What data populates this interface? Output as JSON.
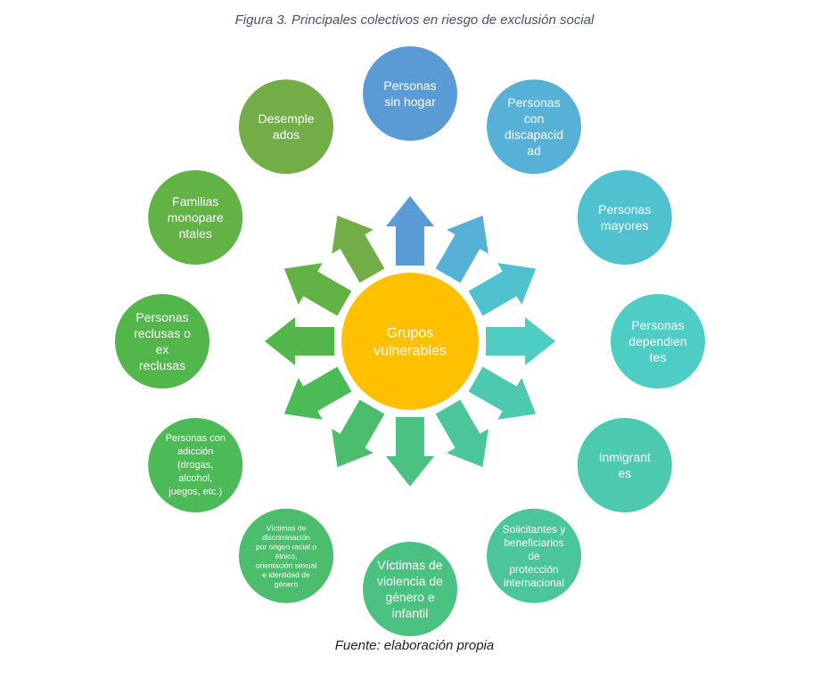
{
  "title": "Figura 3. Principales colectivos en riesgo de exclusión social",
  "source": "Fuente: elaboración propia",
  "center": {
    "lines": [
      "Grupos",
      "vulnerables"
    ],
    "color": "#ffc000"
  },
  "groups": [
    {
      "id": "sin-hogar",
      "lines": [
        "Personas",
        "sin hogar"
      ],
      "color": "#5b9bd5"
    },
    {
      "id": "discapacidad",
      "lines": [
        "Personas",
        "con",
        "discapacid",
        "ad"
      ],
      "color": "#57b0d6"
    },
    {
      "id": "mayores",
      "lines": [
        "Personas",
        "mayores"
      ],
      "color": "#4fc1cf"
    },
    {
      "id": "dependientes",
      "lines": [
        "Personas",
        "dependien",
        "tes"
      ],
      "color": "#4dcdc4"
    },
    {
      "id": "inmigrantes",
      "lines": [
        "Inmigrant",
        "es"
      ],
      "color": "#4cc9ae"
    },
    {
      "id": "proteccion-internacional",
      "lines": [
        "Solicitantes y",
        "beneficiarios",
        "de",
        "protección",
        "internacional"
      ],
      "color": "#4bc69a"
    },
    {
      "id": "violencia",
      "lines": [
        "Víctimas de",
        "violencia de",
        "género e",
        "infantil"
      ],
      "color": "#4bc282"
    },
    {
      "id": "discriminacion",
      "lines": [
        "Víctimas de",
        "discriminación",
        "por origen racial o",
        "étnico,",
        "orientación sexual",
        "e identidad de",
        "género"
      ],
      "color": "#4bbd6c"
    },
    {
      "id": "adiccion",
      "lines": [
        "Personas con",
        "adicción",
        "(drogas,",
        "alcohol,",
        "juegos, etc.)"
      ],
      "color": "#4cba57"
    },
    {
      "id": "reclusas",
      "lines": [
        "Personas",
        "reclusas o",
        "ex",
        "reclusas"
      ],
      "color": "#52b64a"
    },
    {
      "id": "monoparentales",
      "lines": [
        "Familias",
        "monopare",
        "ntales"
      ],
      "color": "#62b246"
    },
    {
      "id": "desempleados",
      "lines": [
        "Desemple",
        "ados"
      ],
      "color": "#72ad47"
    }
  ]
}
